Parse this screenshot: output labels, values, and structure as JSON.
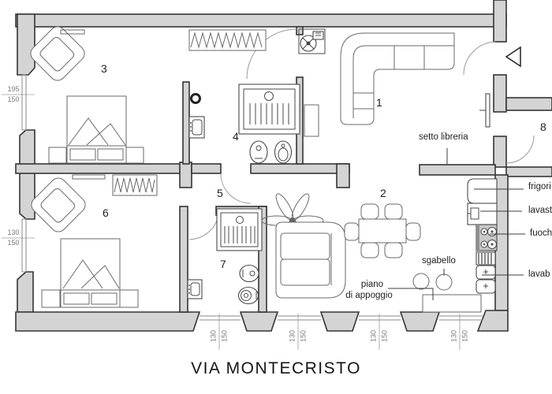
{
  "floor_plan": {
    "street_title": "VIA MONTECRISTO",
    "rooms": [
      {
        "id": "living-room",
        "number": "1"
      },
      {
        "id": "kitchen-dining",
        "number": "2"
      },
      {
        "id": "bedroom-1",
        "number": "3"
      },
      {
        "id": "bathroom-1",
        "number": "4"
      },
      {
        "id": "hallway",
        "number": "5"
      },
      {
        "id": "bedroom-2",
        "number": "6"
      },
      {
        "id": "bathroom-2",
        "number": "7"
      },
      {
        "id": "side-room",
        "number": "8"
      }
    ],
    "annotations": {
      "setto_libreria": "setto libreria",
      "sgabello": "sgabello",
      "piano_line1": "piano",
      "piano_line2": "di appoggio",
      "frigorifero": "frigori",
      "lavastoviglie": "lavast",
      "fuochi": "fuoch",
      "lavabo": "lavab"
    },
    "dimensions": {
      "left": [
        {
          "over": "195",
          "under": "150"
        },
        {
          "over": "130",
          "under": "150"
        }
      ],
      "bottom": [
        {
          "over": "130",
          "under": "150"
        },
        {
          "over": "130",
          "under": "150"
        },
        {
          "over": "130",
          "under": "150"
        },
        {
          "over": "130",
          "under": "150"
        }
      ]
    },
    "colors": {
      "wall_fill": "#d4d4d4",
      "wall_stroke": "#353535",
      "furniture_stroke": "#6a6a6a",
      "text": "#1f1f1f",
      "dim_text": "#7a7a7a"
    }
  }
}
